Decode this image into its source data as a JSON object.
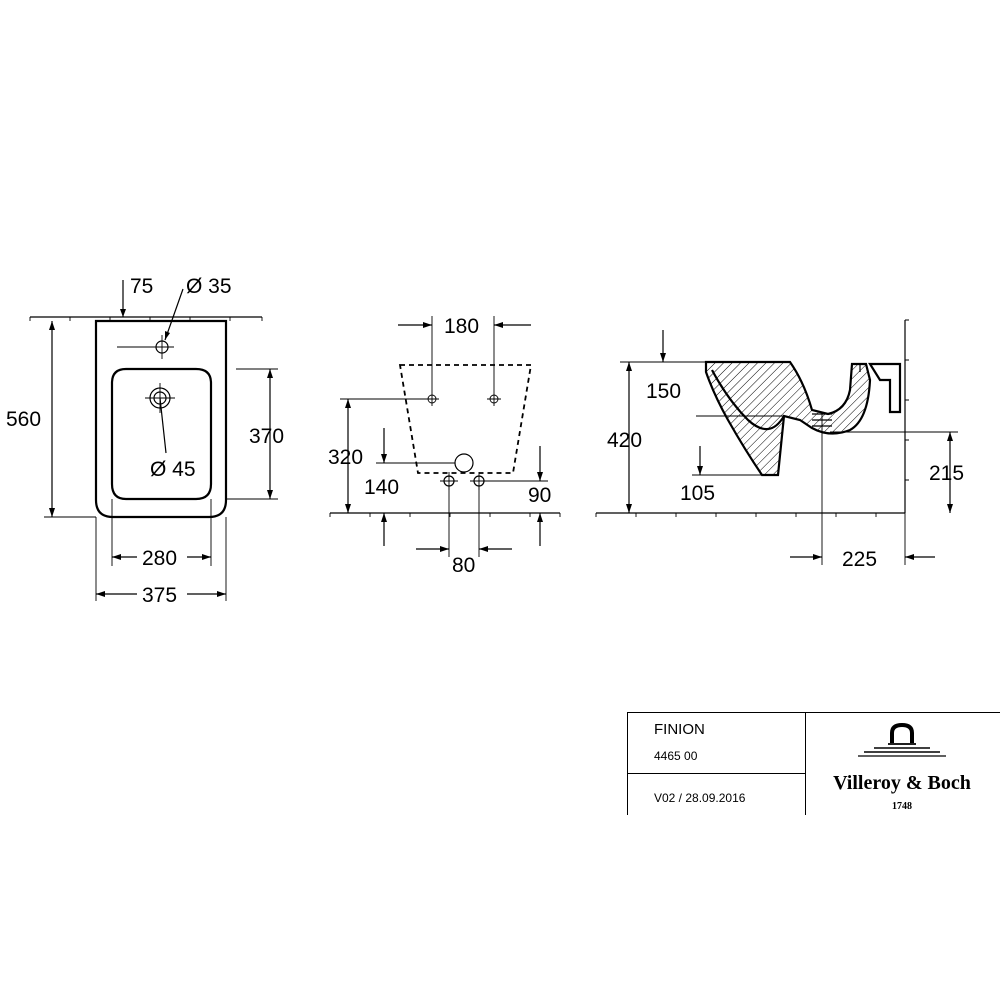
{
  "views": {
    "top": {
      "dims": {
        "tap_offset": "75",
        "tap_hole": "Ø 35",
        "total_depth": "560",
        "bowl_depth": "370",
        "drain": "Ø 45",
        "bowl_width": "280",
        "total_width": "375"
      }
    },
    "front": {
      "dims": {
        "bolt_spacing_top": "180",
        "bolt_height": "320",
        "inlet_height": "140",
        "outlet_height": "90",
        "bolt_spacing_bottom": "80"
      }
    },
    "side": {
      "dims": {
        "rim_offset": "150",
        "rim_height": "420",
        "base_offset": "105",
        "outlet_height": "215",
        "wall_offset": "225"
      }
    }
  },
  "title_block": {
    "product_name": "FINION",
    "article_number": "4465 00",
    "version": "V02 / 28.09.2016",
    "brand": "Villeroy & Boch",
    "brand_year": "1748"
  }
}
